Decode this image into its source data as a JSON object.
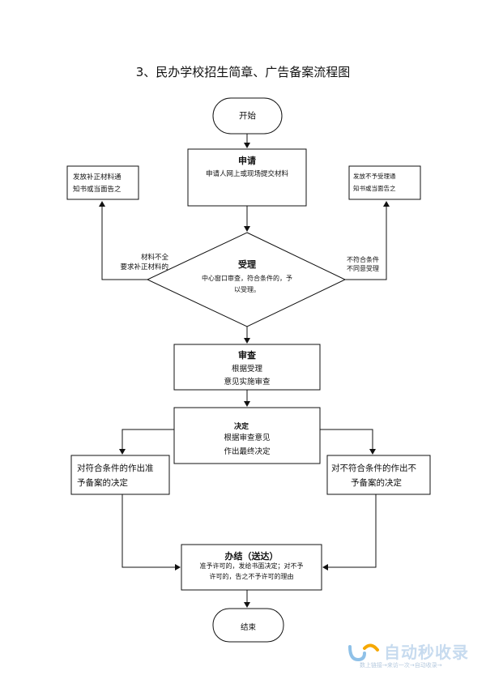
{
  "title": "3、民办学校招生简章、广告备案流程图",
  "start": "开始",
  "apply": {
    "heading": "申请",
    "text": "申请人网上或现场提交材料"
  },
  "left_notice": {
    "line1": "发放补正材料通",
    "line2": "知书或当面告之"
  },
  "right_notice": {
    "line1": "发放不予受理通",
    "line2": "知书或当面告之"
  },
  "left_condition": {
    "line1": "材料不全",
    "line2": "要求补正材料的"
  },
  "right_condition": {
    "line1": "不符合条件",
    "line2": "不同意受理"
  },
  "accept": {
    "heading": "受理",
    "line1": "中心窗口审查，符合条件的，予",
    "line2": "以受理。"
  },
  "review": {
    "heading": "审查",
    "line1": "根据受理",
    "line2": "意见实施审查"
  },
  "decide": {
    "heading": "决定",
    "line1": "根据审查意见",
    "line2": "作出最终决定"
  },
  "approve": {
    "line1": "对符合条件的作出准",
    "line2": "予备案的决定"
  },
  "reject": {
    "line1": "对不符合条件的作出不",
    "line2": "予备案的决定"
  },
  "complete": {
    "heading": "办结（送达）",
    "line1": "准予许可的，发给书面决定；对不予",
    "line2": "许可的，告之不予许可的理由"
  },
  "end": "结束",
  "watermark": {
    "text": "自动秒收录",
    "sub": "数上链接→来访一次→自动收录→"
  }
}
